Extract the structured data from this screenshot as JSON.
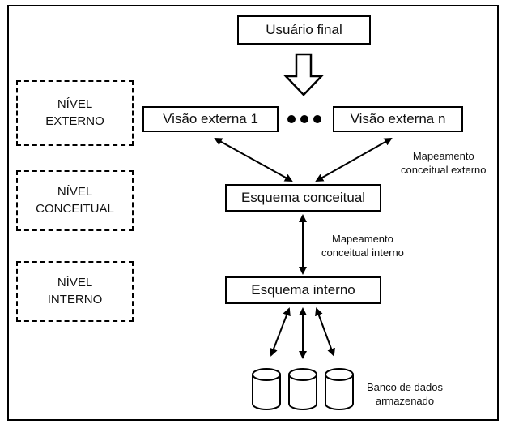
{
  "diagram": {
    "end_user": "Usuário final",
    "external_view_1": "Visão externa 1",
    "external_view_n": "Visão externa n",
    "conceptual_schema": "Esquema conceitual",
    "internal_schema": "Esquema interno",
    "levels": {
      "external": [
        "NÍVEL",
        "EXTERNO"
      ],
      "conceptual": [
        "NÍVEL",
        "CONCEITUAL"
      ],
      "internal": [
        "NÍVEL",
        "INTERNO"
      ]
    },
    "mapping_external": [
      "Mapeamento",
      "conceitual externo"
    ],
    "mapping_internal": [
      "Mapeamento",
      "conceitual interno"
    ],
    "database": [
      "Banco de dados",
      "armazenado"
    ]
  }
}
